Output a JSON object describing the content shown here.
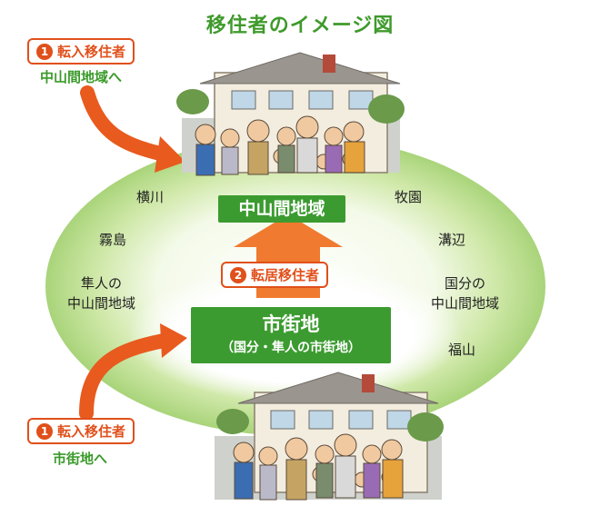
{
  "title": "移住者のイメージ図",
  "top_badge": {
    "num": "1",
    "label": "転入移住者"
  },
  "top_dest": "中山間地域へ",
  "bottom_badge": {
    "num": "1",
    "label": "転入移住者"
  },
  "bottom_dest": "市街地へ",
  "middle_badge": {
    "num": "2",
    "label": "転居移住者"
  },
  "rural_box": "中山間地域",
  "city_box": {
    "line1": "市街地",
    "line2": "（国分・隼人の市街地）"
  },
  "places": {
    "yokogawa": "横川",
    "kirishima": "霧島",
    "hayato_rural": [
      "隼人の",
      "中山間地域"
    ],
    "makizono": "牧園",
    "mizobe": "溝辺",
    "kokubu_rural": [
      "国分の",
      "中山間地域"
    ],
    "fukuyama": "福山"
  },
  "colors": {
    "orange": "#e0501b",
    "green": "#3c9b30",
    "ring": "#b9dc88"
  }
}
